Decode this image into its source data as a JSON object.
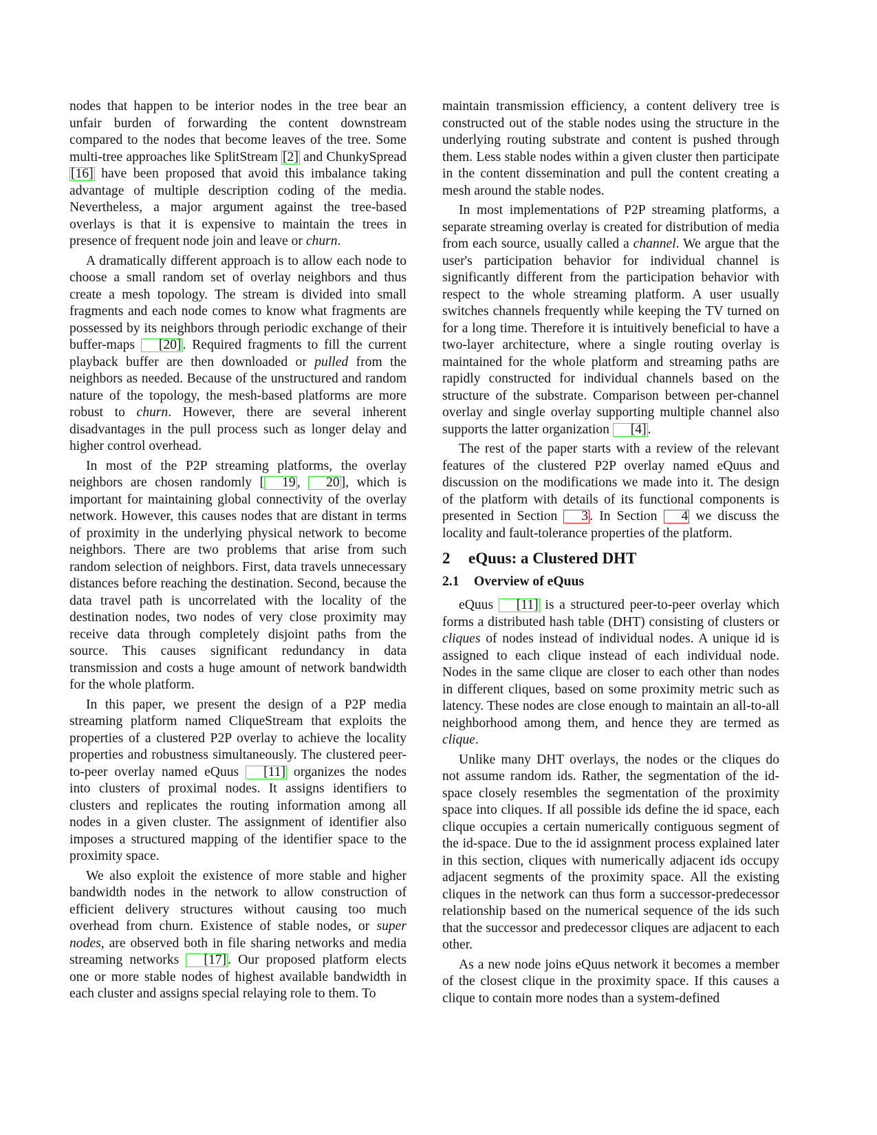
{
  "left_column": {
    "p1": {
      "t1": "nodes that happen to be interior nodes in the tree bear an unfair burden of forwarding the content downstream compared to the nodes that become leaves of the tree. Some multi-tree approaches like SplitStream ",
      "c1": "[2]",
      "t2": " and ChunkySpread ",
      "c2": "[16]",
      "t3": " have been proposed that avoid this imbalance taking advantage of multiple description coding of the media. Nevertheless, a major argument against the tree-based overlays is that it is expensive to maintain the trees in presence of frequent node join and leave or ",
      "e1": "churn",
      "t4": "."
    },
    "p2": {
      "t1": "A dramatically different approach is to allow each node to choose a small random set of overlay neighbors and thus create a mesh topology. The stream is divided into small fragments and each node comes to know what fragments are possessed by its neighbors through periodic exchange of their buffer-maps ",
      "c1": "[20]",
      "t2": ". Required fragments to fill the current playback buffer are then downloaded or ",
      "e1": "pulled",
      "t3": " from the neighbors as needed. Because of the unstructured and random nature of the topology, the mesh-based platforms are more robust to ",
      "e2": "churn",
      "t4": ". However, there are several inherent disadvantages in the pull process such as longer delay and higher control overhead."
    },
    "p3": {
      "t1": "In most of the P2P streaming platforms, the overlay neighbors are chosen randomly [",
      "c1": "19",
      "t2": ", ",
      "c2": "20",
      "t3": "], which is important for maintaining global connectivity of the overlay network. However, this causes nodes that are distant in terms of proximity in the underlying physical network to become neighbors. There are two problems that arise from such random selection of neighbors. First, data travels unnecessary distances before reaching the destination. Second, because the data travel path is uncorrelated with the locality of the destination nodes, two nodes of very close proximity may receive data through completely disjoint paths from the source. This causes significant redundancy in data transmission and costs a huge amount of network bandwidth for the whole platform."
    },
    "p4": {
      "t1": "In this paper, we present the design of a P2P media streaming platform named CliqueStream that exploits the properties of a clustered P2P overlay to achieve the locality properties and robustness simultaneously. The clustered peer-to-peer overlay named eQuus ",
      "c1": "[11]",
      "t2": " organizes the nodes into clusters of proximal nodes. It assigns identifiers to clusters and replicates the routing information among all nodes in a given cluster. The assignment of identifier also imposes a structured mapping of the identifier space to the proximity space."
    },
    "p5": {
      "t1": "We also exploit the existence of more stable and higher bandwidth nodes in the network to allow construction of efficient delivery structures without causing too much overhead from churn. Existence of stable nodes, or ",
      "e1": "super nodes",
      "t2": ", are observed both in file sharing networks and media streaming networks ",
      "c1": "[17]",
      "t3": ". Our proposed platform elects one or more stable nodes of highest available bandwidth in each cluster and assigns special relaying role to them. To"
    }
  },
  "right_column": {
    "p1": {
      "t1": "maintain transmission efficiency, a content delivery tree is constructed out of the stable nodes using the structure in the underlying routing substrate and content is pushed through them. Less stable nodes within a given cluster then participate in the content dissemination and pull the content creating a mesh around the stable nodes."
    },
    "p2": {
      "t1": "In most implementations of P2P streaming platforms, a separate streaming overlay is created for distribution of media from each source, usually called a ",
      "e1": "channel",
      "t2": ". We argue that the user's participation behavior for individual channel is significantly different from the participation behavior with respect to the whole streaming platform. A user usually switches channels frequently while keeping the TV turned on for a long time. Therefore it is intuitively beneficial to have a two-layer architecture, where a single routing overlay is maintained for the whole platform and streaming paths are rapidly constructed for individual channels based on the structure of the substrate. Comparison between per-channel overlay and single overlay supporting multiple channel also supports the latter organization ",
      "c1": "[4]",
      "t3": "."
    },
    "p3": {
      "t1": "The rest of the paper starts with a review of the relevant features of the clustered P2P overlay named eQuus and discussion on the modifications we made into it. The design of the platform with details of its functional components is presented in Section ",
      "x1": "3",
      "t2": ". In Section ",
      "x2": "4",
      "t3": " we discuss the locality and fault-tolerance properties of the platform."
    },
    "section": {
      "num": "2",
      "title": "eQuus: a Clustered DHT"
    },
    "subsection": {
      "num": "2.1",
      "title": "Overview of eQuus"
    },
    "p4": {
      "t1": "eQuus ",
      "c1": "[11]",
      "t2": " is a structured peer-to-peer overlay which forms a distributed hash table (DHT) consisting of clusters or ",
      "e1": "cliques",
      "t3": " of nodes instead of individual nodes. A unique id is assigned to each clique instead of each individual node. Nodes in the same clique are closer to each other than nodes in different cliques, based on some proximity metric such as latency. These nodes are close enough to maintain an all-to-all neighborhood among them, and hence they are termed as ",
      "e2": "clique",
      "t4": "."
    },
    "p5": {
      "t1": "Unlike many DHT overlays, the nodes or the cliques do not assume random ids. Rather, the segmentation of the id-space closely resembles the segmentation of the proximity space into cliques. If all possible ids define the id space, each clique occupies a certain numerically contiguous segment of the id-space. Due to the id assignment process explained later in this section, cliques with numerically adjacent ids occupy adjacent segments of the proximity space. All the existing cliques in the network can thus form a successor-predecessor relationship based on the numerical sequence of the ids such that the successor and predecessor cliques are adjacent to each other."
    },
    "p6": {
      "t1": "As a new node joins eQuus network it becomes a member of the closest clique in the proximity space. If this causes a clique to contain more nodes than a system-defined"
    }
  }
}
